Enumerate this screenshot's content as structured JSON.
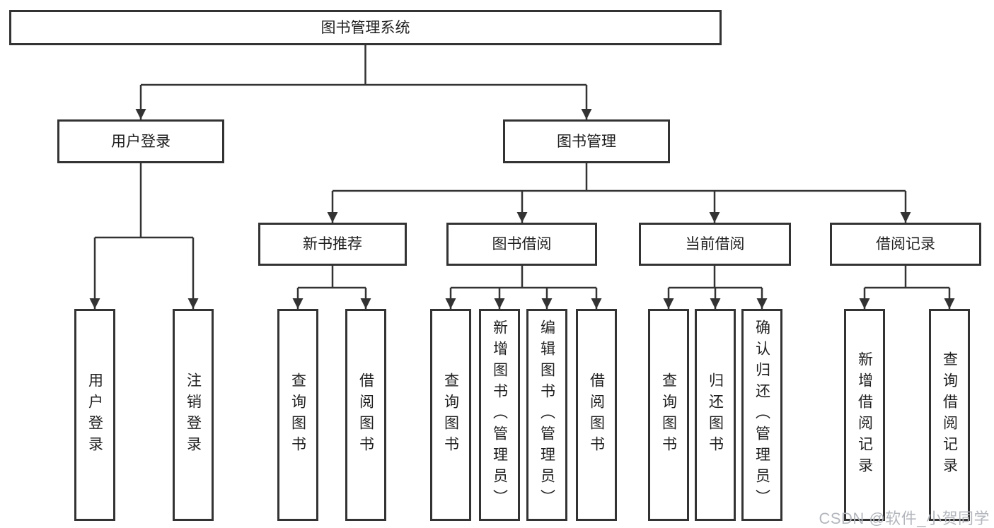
{
  "diagram": {
    "title": "图书管理系统",
    "root": {
      "label": "图书管理系统"
    },
    "branches": [
      {
        "label": "用户登录",
        "children": [
          {
            "label": "用户登录"
          },
          {
            "label": "注销登录"
          }
        ]
      },
      {
        "label": "图书管理",
        "children": [
          {
            "label": "新书推荐",
            "children": [
              {
                "label": "查询图书"
              },
              {
                "label": "借阅图书"
              }
            ]
          },
          {
            "label": "图书借阅",
            "children": [
              {
                "label": "查询图书"
              },
              {
                "label": "新增图书（管理员）"
              },
              {
                "label": "编辑图书（管理员）"
              },
              {
                "label": "借阅图书"
              }
            ]
          },
          {
            "label": "当前借阅",
            "children": [
              {
                "label": "查询图书"
              },
              {
                "label": "归还图书"
              },
              {
                "label": "确认归还（管理员）"
              }
            ]
          },
          {
            "label": "借阅记录",
            "children": [
              {
                "label": "新增借阅记录"
              },
              {
                "label": "查询借阅记录"
              }
            ]
          }
        ]
      }
    ]
  },
  "watermark": {
    "text": "CSDN @软件_小贺同学"
  },
  "colors": {
    "line": "#333333",
    "text": "#1f1f1f",
    "watermark": "#b3b7bd",
    "background": "#ffffff"
  }
}
